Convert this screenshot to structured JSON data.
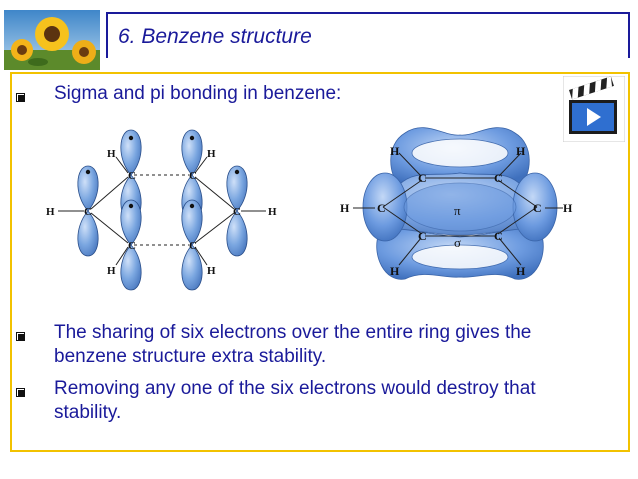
{
  "slide": {
    "title": "6.  Benzene structure",
    "bullets": [
      "Sigma and pi bonding in benzene:",
      "The sharing of six electrons over the entire ring gives the benzene structure extra stability.",
      "Removing any one of the six electrons would destroy that stability."
    ]
  },
  "left_diagram": {
    "atoms": {
      "H": "H",
      "C": "C"
    }
  },
  "right_diagram": {
    "atoms": {
      "H": "H",
      "C": "C"
    },
    "pi_label": "π",
    "sigma_label": "σ"
  },
  "colors": {
    "title": "#1a1a9a",
    "text": "#1a1a9a",
    "frame": "#f2c200",
    "orbital": "#5b8fd6"
  },
  "icons": {
    "thumbnail": "sunflower-image",
    "movie": "movie-clip-icon",
    "bullet": "hollow-square-bullet"
  }
}
